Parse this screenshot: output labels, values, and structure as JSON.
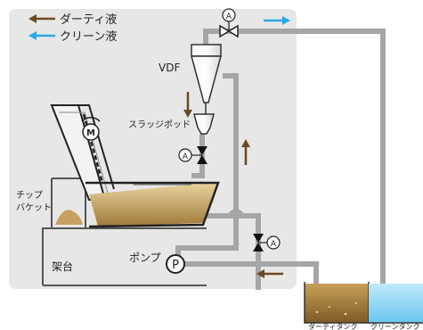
{
  "legend": {
    "dirty_label": "ダーティ液",
    "clean_label": "クリーン液"
  },
  "labels": {
    "vdf": "VDF",
    "sludge_pot": "スラッジポッド",
    "chip_bucket_line1": "チップ",
    "chip_bucket_line2": "バケット",
    "stand": "架台",
    "pump": "ポンプ",
    "pump_symbol": "P",
    "motor_symbol": "M",
    "valve_symbol": "A",
    "dirty_tank": "ダーティタンク",
    "clean_tank": "クリーンタンク"
  },
  "colors": {
    "dirty": "#6b4a22",
    "clean": "#2aa8e6",
    "pipe": "#a4a6a8",
    "panel": "#e7e7e6"
  }
}
